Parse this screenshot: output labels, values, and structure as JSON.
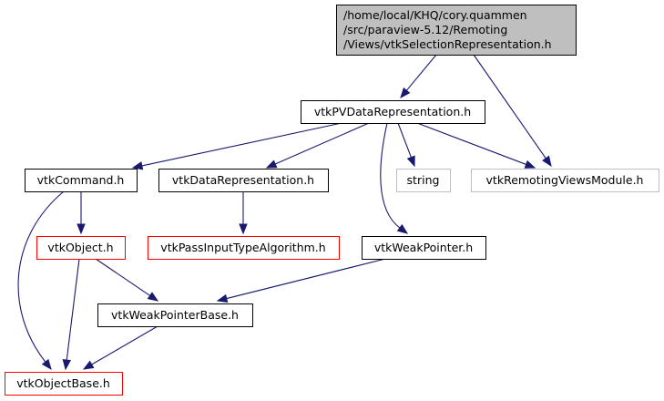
{
  "diagram": {
    "title": "Include dependency graph for vtkSelectionRepresentation.h",
    "colors": {
      "edge": "#191970",
      "root_fill": "#bfbfbf",
      "root_border": "#000000",
      "documented_border": "#000000",
      "undocumented_border": "#ff0000",
      "external_border": "#bfbfbf",
      "fill": "#ffffff"
    },
    "nodes": [
      {
        "id": "root",
        "kind": "root",
        "lines": [
          "/home/local/KHQ/cory.quammen",
          "/src/paraview-5.12/Remoting",
          "/Views/vtkSelectionRepresentation.h"
        ]
      },
      {
        "id": "pvdatarep",
        "kind": "documented",
        "lines": [
          "vtkPVDataRepresentation.h"
        ]
      },
      {
        "id": "command",
        "kind": "documented",
        "lines": [
          "vtkCommand.h"
        ]
      },
      {
        "id": "datarep",
        "kind": "documented",
        "lines": [
          "vtkDataRepresentation.h"
        ]
      },
      {
        "id": "string",
        "kind": "external",
        "lines": [
          "string"
        ]
      },
      {
        "id": "remotingmodule",
        "kind": "external",
        "lines": [
          "vtkRemotingViewsModule.h"
        ]
      },
      {
        "id": "object",
        "kind": "undocumented",
        "lines": [
          "vtkObject.h"
        ]
      },
      {
        "id": "passinput",
        "kind": "undocumented",
        "lines": [
          "vtkPassInputTypeAlgorithm.h"
        ]
      },
      {
        "id": "weakpointer",
        "kind": "documented",
        "lines": [
          "vtkWeakPointer.h"
        ]
      },
      {
        "id": "weakpointerbase",
        "kind": "documented",
        "lines": [
          "vtkWeakPointerBase.h"
        ]
      },
      {
        "id": "objectbase",
        "kind": "undocumented",
        "lines": [
          "vtkObjectBase.h"
        ]
      }
    ],
    "edges": [
      {
        "from": "root",
        "to": "pvdatarep"
      },
      {
        "from": "root",
        "to": "remotingmodule"
      },
      {
        "from": "pvdatarep",
        "to": "command"
      },
      {
        "from": "pvdatarep",
        "to": "datarep"
      },
      {
        "from": "pvdatarep",
        "to": "string"
      },
      {
        "from": "pvdatarep",
        "to": "remotingmodule"
      },
      {
        "from": "pvdatarep",
        "to": "weakpointer"
      },
      {
        "from": "command",
        "to": "object"
      },
      {
        "from": "command",
        "to": "objectbase"
      },
      {
        "from": "datarep",
        "to": "passinput"
      },
      {
        "from": "object",
        "to": "weakpointerbase"
      },
      {
        "from": "object",
        "to": "objectbase"
      },
      {
        "from": "weakpointer",
        "to": "weakpointerbase"
      },
      {
        "from": "weakpointerbase",
        "to": "objectbase"
      }
    ]
  }
}
